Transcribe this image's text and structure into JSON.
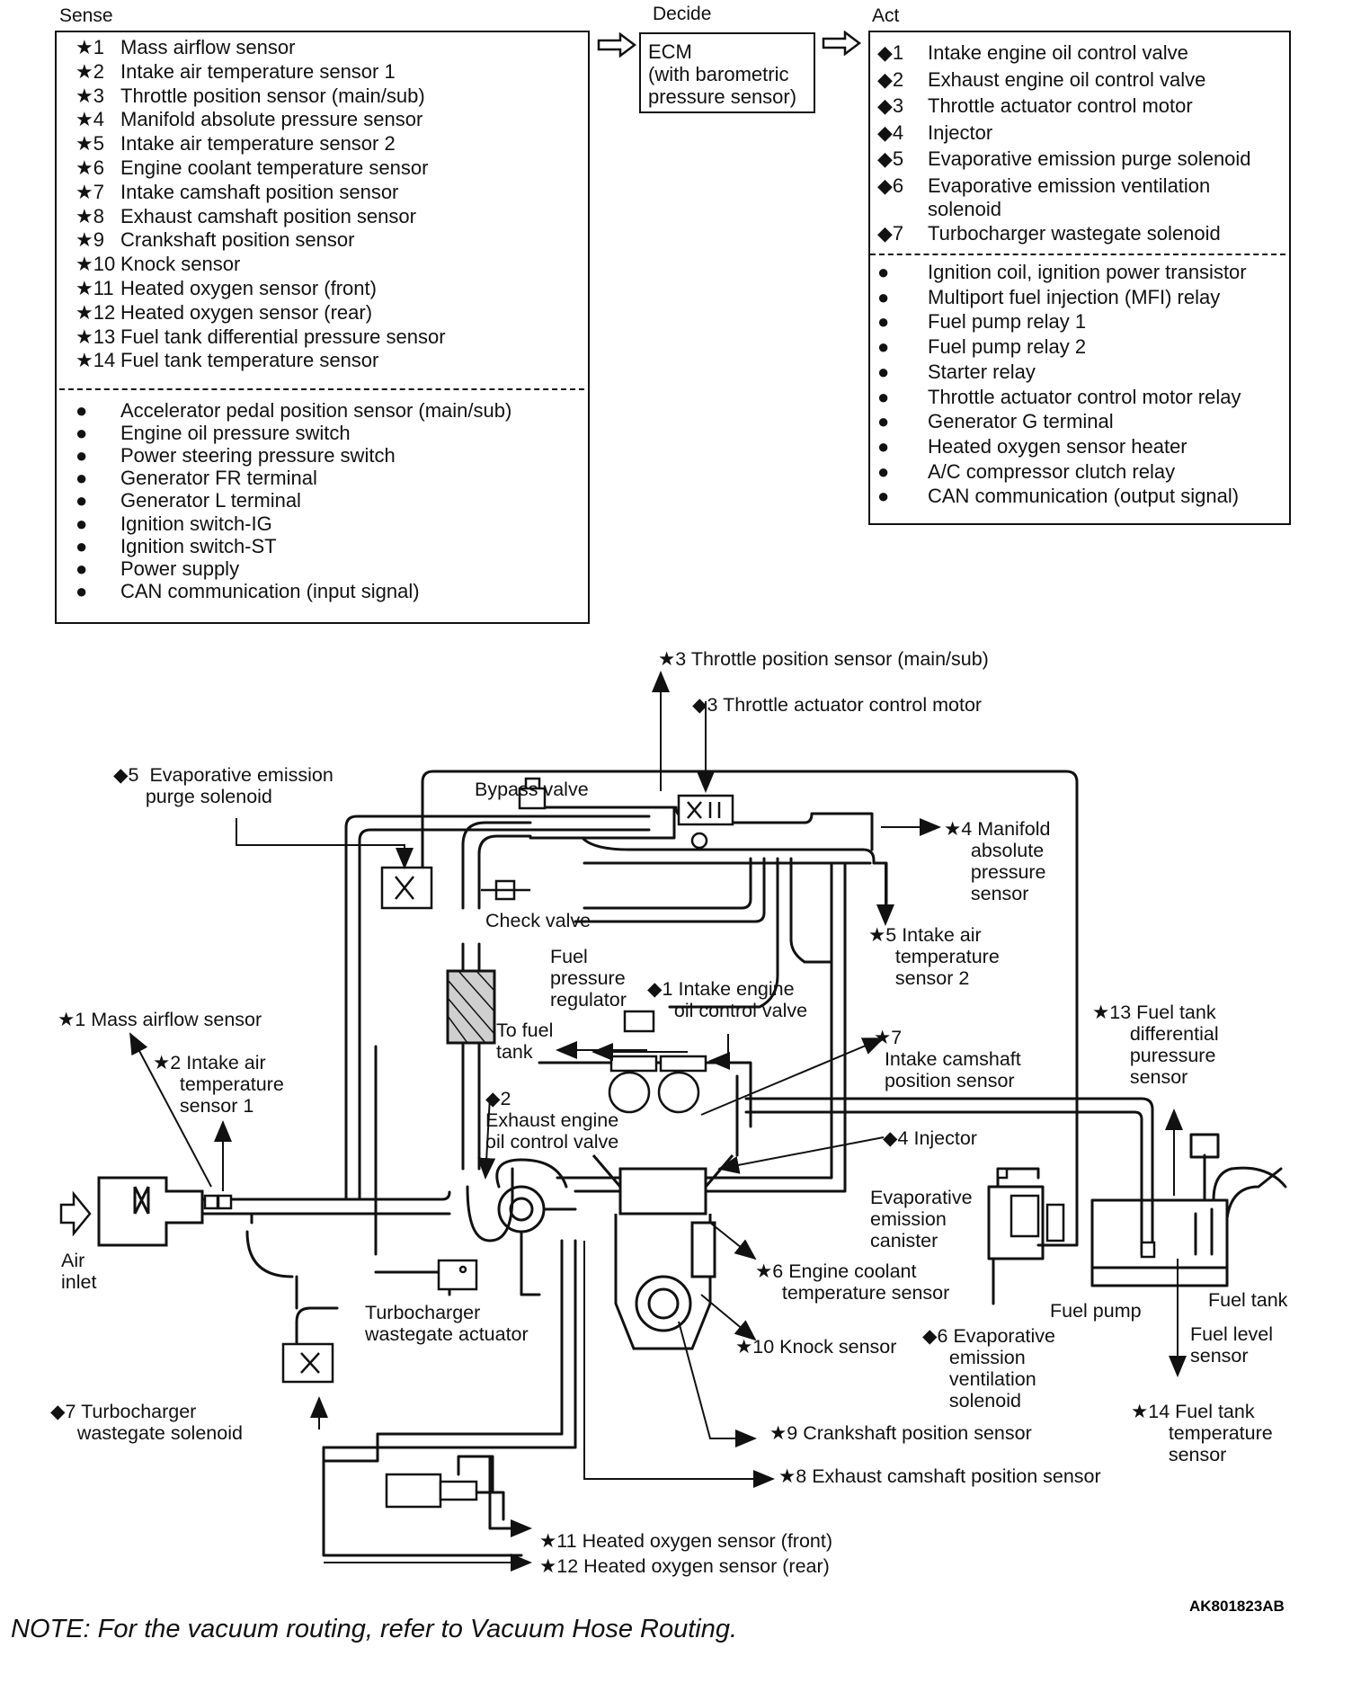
{
  "headers": {
    "sense": "Sense",
    "decide": "Decide",
    "act": "Act"
  },
  "ecm": {
    "text": "ECM\n(with barometric\npressure sensor)"
  },
  "sense": {
    "starred": [
      {
        "mark": "★1",
        "label": "Mass airflow sensor"
      },
      {
        "mark": "★2",
        "label": "Intake air temperature sensor 1"
      },
      {
        "mark": "★3",
        "label": "Throttle position sensor (main/sub)"
      },
      {
        "mark": "★4",
        "label": "Manifold absolute pressure sensor"
      },
      {
        "mark": "★5",
        "label": "Intake air temperature sensor 2"
      },
      {
        "mark": "★6",
        "label": "Engine coolant temperature sensor"
      },
      {
        "mark": "★7",
        "label": "Intake camshaft position sensor"
      },
      {
        "mark": "★8",
        "label": "Exhaust camshaft position sensor"
      },
      {
        "mark": "★9",
        "label": "Crankshaft position sensor"
      },
      {
        "mark": "★10",
        "label": "Knock sensor"
      },
      {
        "mark": "★11",
        "label": "Heated oxygen sensor (front)"
      },
      {
        "mark": "★12",
        "label": "Heated oxygen sensor (rear)"
      },
      {
        "mark": "★13",
        "label": "Fuel tank differential pressure sensor"
      },
      {
        "mark": "★14",
        "label": "Fuel tank temperature sensor"
      }
    ],
    "other": [
      {
        "mark": "●",
        "label": "Accelerator pedal position sensor (main/sub)"
      },
      {
        "mark": "●",
        "label": "Engine oil pressure switch"
      },
      {
        "mark": "●",
        "label": "Power steering pressure switch"
      },
      {
        "mark": "●",
        "label": "Generator FR terminal"
      },
      {
        "mark": "●",
        "label": "Generator L terminal"
      },
      {
        "mark": "●",
        "label": "Ignition switch-IG"
      },
      {
        "mark": "●",
        "label": "Ignition switch-ST"
      },
      {
        "mark": "●",
        "label": "Power supply"
      },
      {
        "mark": "●",
        "label": "CAN communication (input signal)"
      }
    ]
  },
  "act": {
    "diamond": [
      {
        "mark": "◆1",
        "label": "Intake engine oil control valve"
      },
      {
        "mark": "◆2",
        "label": "Exhaust engine oil control valve"
      },
      {
        "mark": "◆3",
        "label": "Throttle actuator control motor"
      },
      {
        "mark": "◆4",
        "label": "Injector"
      },
      {
        "mark": "◆5",
        "label": "Evaporative emission purge solenoid"
      },
      {
        "mark": "◆6",
        "label": "Evaporative emission ventilation\nsolenoid"
      },
      {
        "mark": "◆7",
        "label": "Turbocharger wastegate solenoid"
      }
    ],
    "other": [
      {
        "mark": "●",
        "label": "Ignition coil, ignition power transistor"
      },
      {
        "mark": "●",
        "label": "Multiport fuel injection (MFI) relay"
      },
      {
        "mark": "●",
        "label": "Fuel pump relay 1"
      },
      {
        "mark": "●",
        "label": "Fuel pump relay 2"
      },
      {
        "mark": "●",
        "label": "Starter relay"
      },
      {
        "mark": "●",
        "label": "Throttle actuator control motor relay"
      },
      {
        "mark": "●",
        "label": "Generator G terminal"
      },
      {
        "mark": "●",
        "label": "Heated oxygen sensor heater"
      },
      {
        "mark": "●",
        "label": "A/C compressor clutch relay"
      },
      {
        "mark": "●",
        "label": "CAN communication (output signal)"
      }
    ]
  },
  "diagram_labels": {
    "tps": "★3 Throttle position sensor (main/sub)",
    "tacm": "◆3 Throttle actuator control motor",
    "purge": "◆5  Evaporative emission\n      purge solenoid",
    "bypass": "Bypass valve",
    "map": "★4 Manifold\n     absolute\n     pressure\n     sensor",
    "check": "Check valve",
    "iat2": "★5 Intake air\n     temperature\n     sensor 2",
    "fpr": "Fuel\npressure\nregulator",
    "iocv": "◆1 Intake engine\n     oil control valve",
    "maf": "★1 Mass airflow sensor",
    "iat1": "★2 Intake air\n     temperature\n     sensor 1",
    "tofuel": "To fuel\ntank",
    "icam": "★7\n  Intake camshaft\n  position sensor",
    "ftdp": "★13 Fuel tank\n       differential\n       puressure\n       sensor",
    "eocv": "◆2\nExhaust engine\noil control valve",
    "injector": "◆4 Injector",
    "canister": "Evaporative\nemission\ncanister",
    "air": "Air\ninlet",
    "ect": "★6 Engine coolant\n     temperature sensor",
    "fuelpump": "Fuel pump",
    "fueltank": "Fuel tank",
    "wga": "Turbocharger\nwastegate actuator",
    "knock": "★10 Knock sensor",
    "evs": "◆6 Evaporative\n     emission\n     ventilation\n     solenoid",
    "fuellevel": "Fuel level\nsensor",
    "wgs": "◆7 Turbocharger\n     wastegate solenoid",
    "ftt": "★14 Fuel tank\n       temperature\n       sensor",
    "crank": "★9 Crankshaft position sensor",
    "ecam": "★8 Exhaust camshaft position sensor",
    "ho2f": "★11 Heated oxygen sensor (front)",
    "ho2r": "★12 Heated oxygen sensor (rear)",
    "code": "AK801823AB"
  },
  "note": "NOTE: For the vacuum routing, refer to Vacuum Hose Routing."
}
